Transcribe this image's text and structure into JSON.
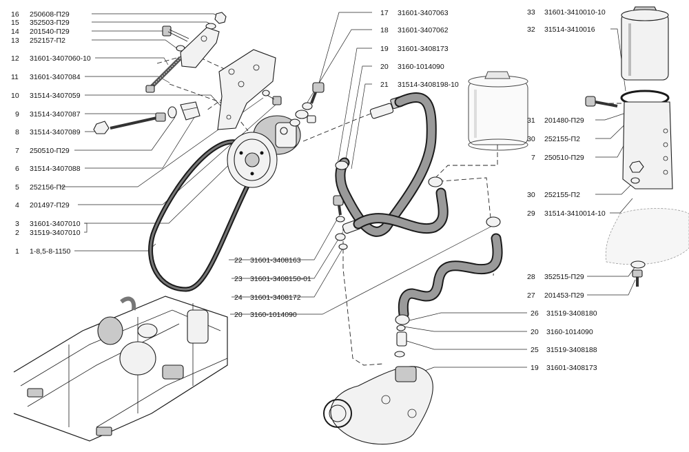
{
  "labels": [
    {
      "num": "16",
      "code": "250608-П29"
    },
    {
      "num": "15",
      "code": "352503-П29"
    },
    {
      "num": "14",
      "code": "201540-П29"
    },
    {
      "num": "13",
      "code": "252157-П2"
    },
    {
      "num": "12",
      "code": "31601-3407060-10"
    },
    {
      "num": "11",
      "code": "31601-3407084"
    },
    {
      "num": "10",
      "code": "31514-3407059"
    },
    {
      "num": "9",
      "code": "31514-3407087"
    },
    {
      "num": "8",
      "code": "31514-3407089"
    },
    {
      "num": "7",
      "code": "250510-П29"
    },
    {
      "num": "6",
      "code": "31514-3407088"
    },
    {
      "num": "5",
      "code": "252156-П2"
    },
    {
      "num": "4",
      "code": "201497-П29"
    },
    {
      "num": "3",
      "code": "31601-3407010"
    },
    {
      "num": "2",
      "code": "31519-3407010"
    },
    {
      "num": "1",
      "code": "1-8,5-8-1150"
    },
    {
      "num": "17",
      "code": "31601-3407063"
    },
    {
      "num": "18",
      "code": "31601-3407062"
    },
    {
      "num": "19",
      "code": "31601-3408173"
    },
    {
      "num": "20",
      "code": "3160-1014090"
    },
    {
      "num": "21",
      "code": "31514-3408198-10"
    },
    {
      "num": "22",
      "code": "31601-3408163"
    },
    {
      "num": "23",
      "code": "31601-3408150-01"
    },
    {
      "num": "24",
      "code": "31601-3408172"
    },
    {
      "num": "20",
      "code": "3160-1014090"
    },
    {
      "num": "33",
      "code": "31601-3410010-10"
    },
    {
      "num": "32",
      "code": "31514-3410016"
    },
    {
      "num": "31",
      "code": "201480-П29"
    },
    {
      "num": "30",
      "code": "252155-П2"
    },
    {
      "num": "7",
      "code": "250510-П29"
    },
    {
      "num": "30",
      "code": "252155-П2"
    },
    {
      "num": "29",
      "code": "31514-3410014-10"
    },
    {
      "num": "28",
      "code": "352515-П29"
    },
    {
      "num": "27",
      "code": "201453-П29"
    },
    {
      "num": "26",
      "code": "31519-3408180"
    },
    {
      "num": "20",
      "code": "3160-1014090"
    },
    {
      "num": "25",
      "code": "31519-3408188"
    },
    {
      "num": "19",
      "code": "31601-3408173"
    }
  ]
}
